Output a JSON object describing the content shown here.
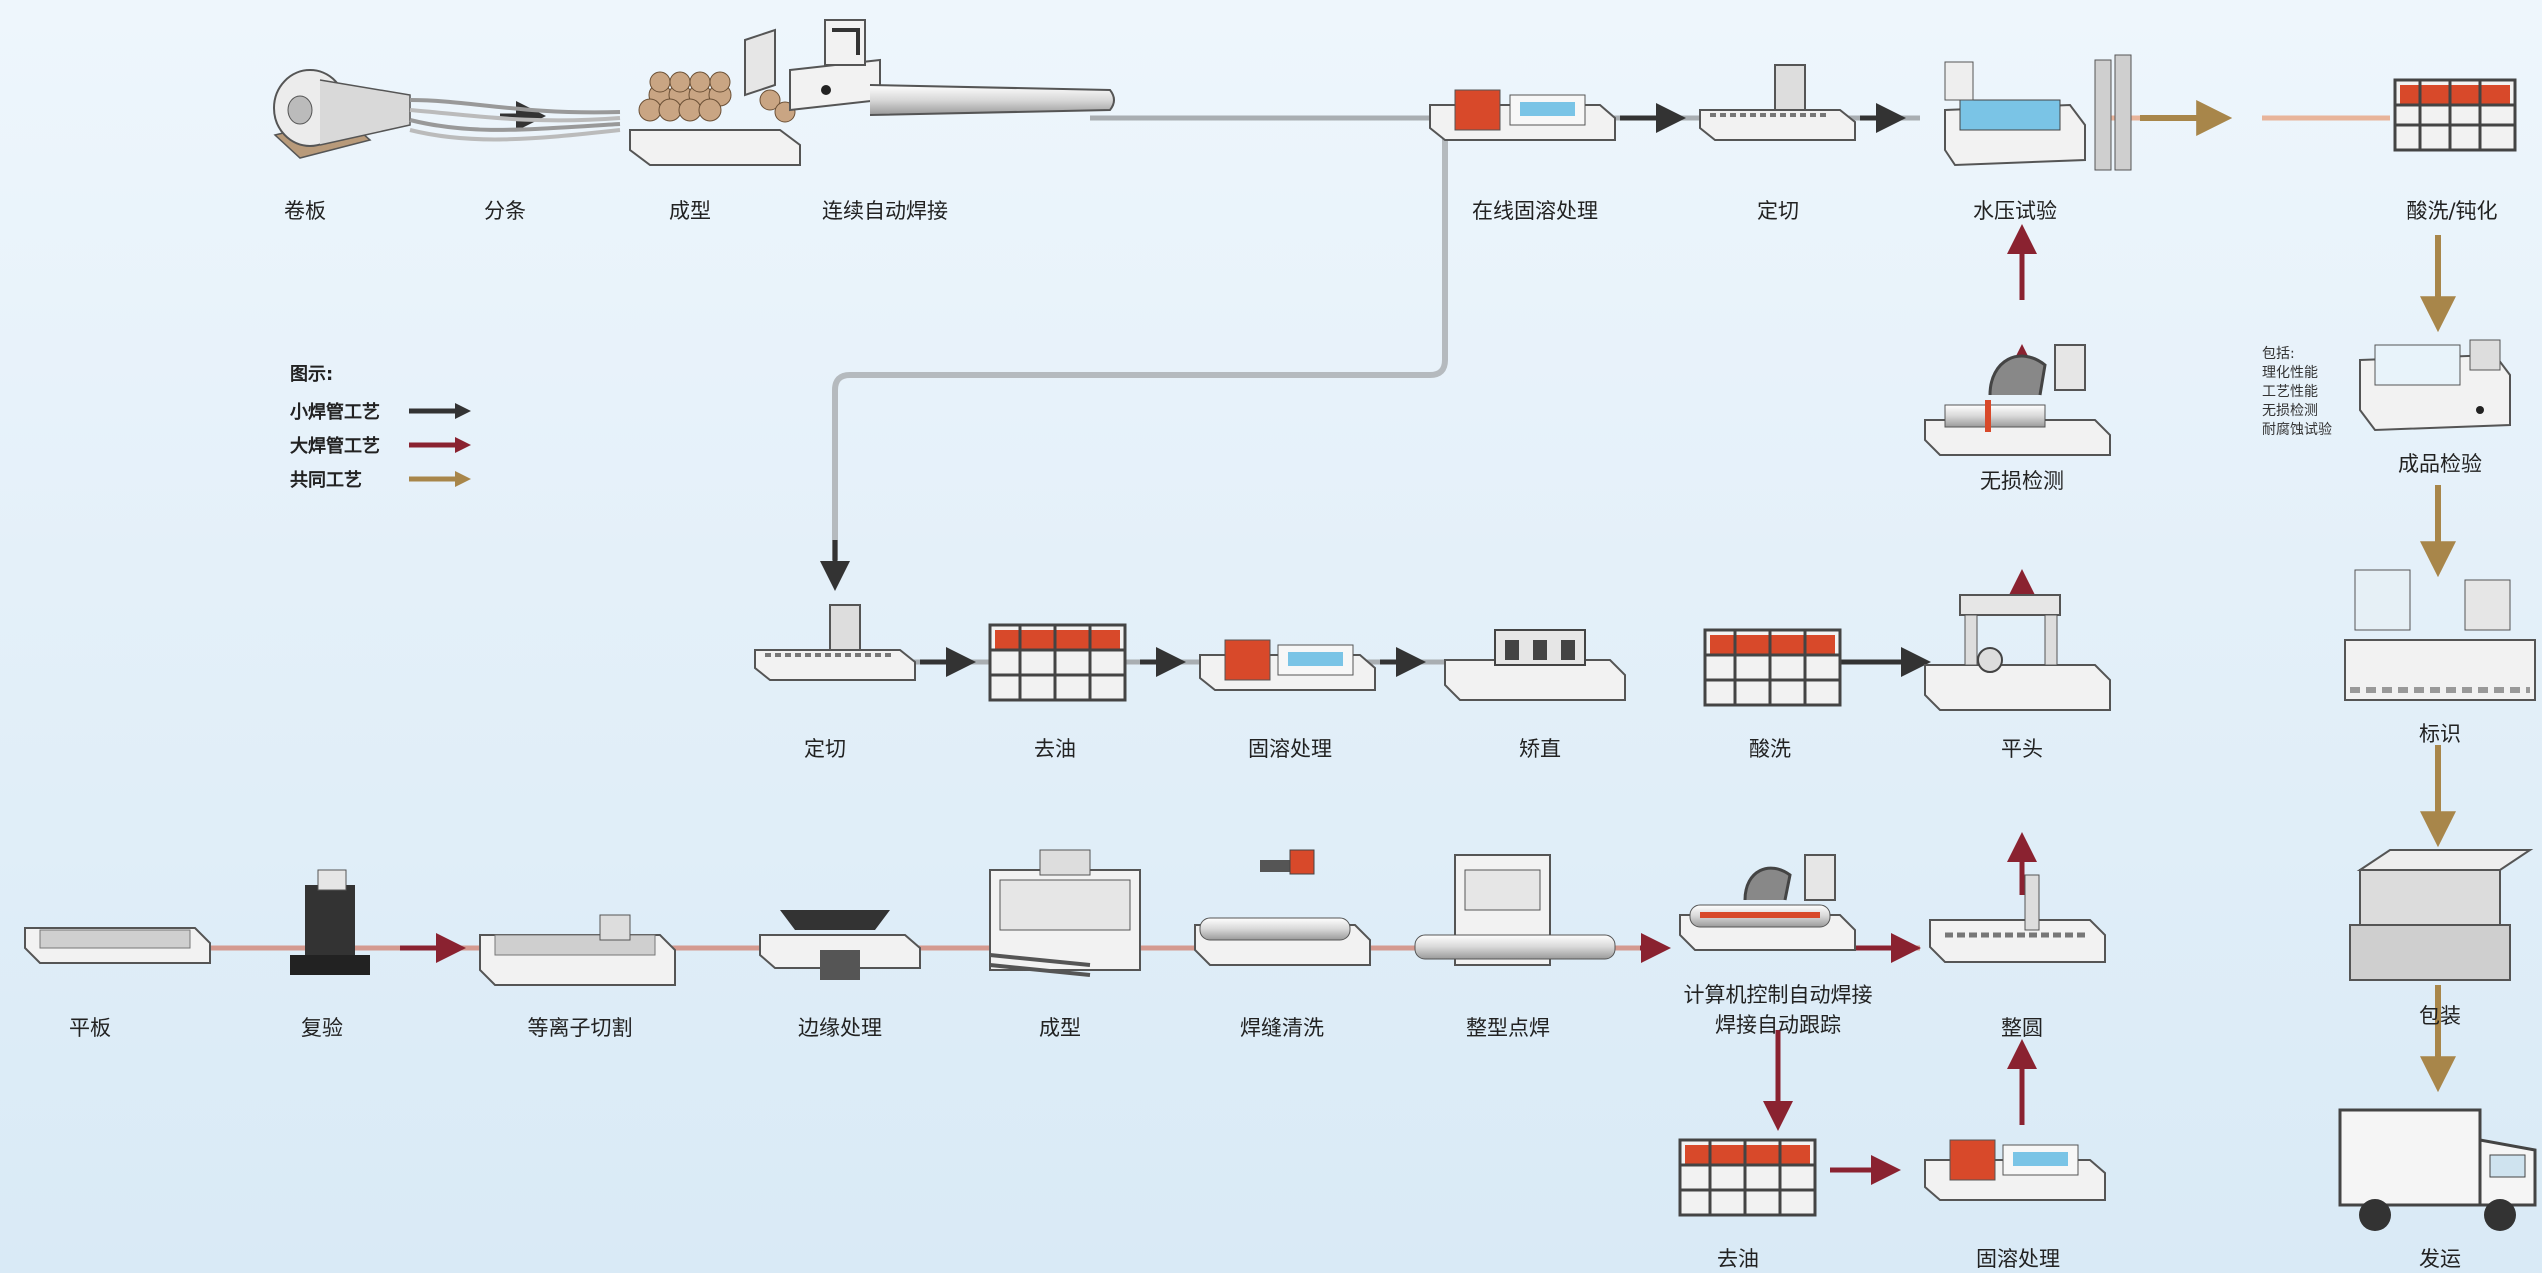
{
  "colors": {
    "small_pipe": "#333333",
    "large_pipe": "#8a2230",
    "common": "#a8864a",
    "path_line_small": "#a9aeb2",
    "path_line_large": "#d49a90",
    "path_line_common": "#e8b49a",
    "accent_red": "#d8492a",
    "machine_body": "#f2f2f2",
    "machine_edge": "#555555"
  },
  "top_row": {
    "juanban": "卷板",
    "fentiao": "分条",
    "chengxing": "成型",
    "lianxu_hanjie": "连续自动焊接",
    "zaixian_gurong": "在线固溶处理",
    "dingqie": "定切",
    "shuiya_shiyan": "水压试验",
    "suanxi_dunhua": "酸洗/钝化"
  },
  "middle_row": {
    "dingqie": "定切",
    "quyou": "去油",
    "gurong": "固溶处理",
    "jiaozhi": "矫直",
    "suanxi": "酸洗",
    "pingtou": "平头",
    "wusun_jiance": "无损检测"
  },
  "bottom_row": {
    "pingban": "平板",
    "fuyan": "复验",
    "denglizi": "等离子切割",
    "bianyuan": "边缘处理",
    "chengxing": "成型",
    "hanfeng_qingxi": "焊缝清洗",
    "zhengxing_dianhan": "整型点焊",
    "jisuanji_line1": "计算机控制自动焊接",
    "jisuanji_line2": "焊接自动跟踪",
    "zhengyuan": "整圆",
    "quyou": "去油",
    "gurong": "固溶处理"
  },
  "right_column": {
    "chengpin_jianyan": "成品检验",
    "biaoshi": "标识",
    "baozhuang": "包装",
    "fayun": "发运",
    "qc_note": {
      "title": "包括:",
      "items": [
        "理化性能",
        "工艺性能",
        "无损检测",
        "耐腐蚀试验"
      ]
    }
  },
  "legend": {
    "title": "图示:",
    "items": [
      {
        "label": "小焊管工艺",
        "color_key": "small_pipe"
      },
      {
        "label": "大焊管工艺",
        "color_key": "large_pipe"
      },
      {
        "label": "共同工艺",
        "color_key": "common"
      }
    ]
  }
}
